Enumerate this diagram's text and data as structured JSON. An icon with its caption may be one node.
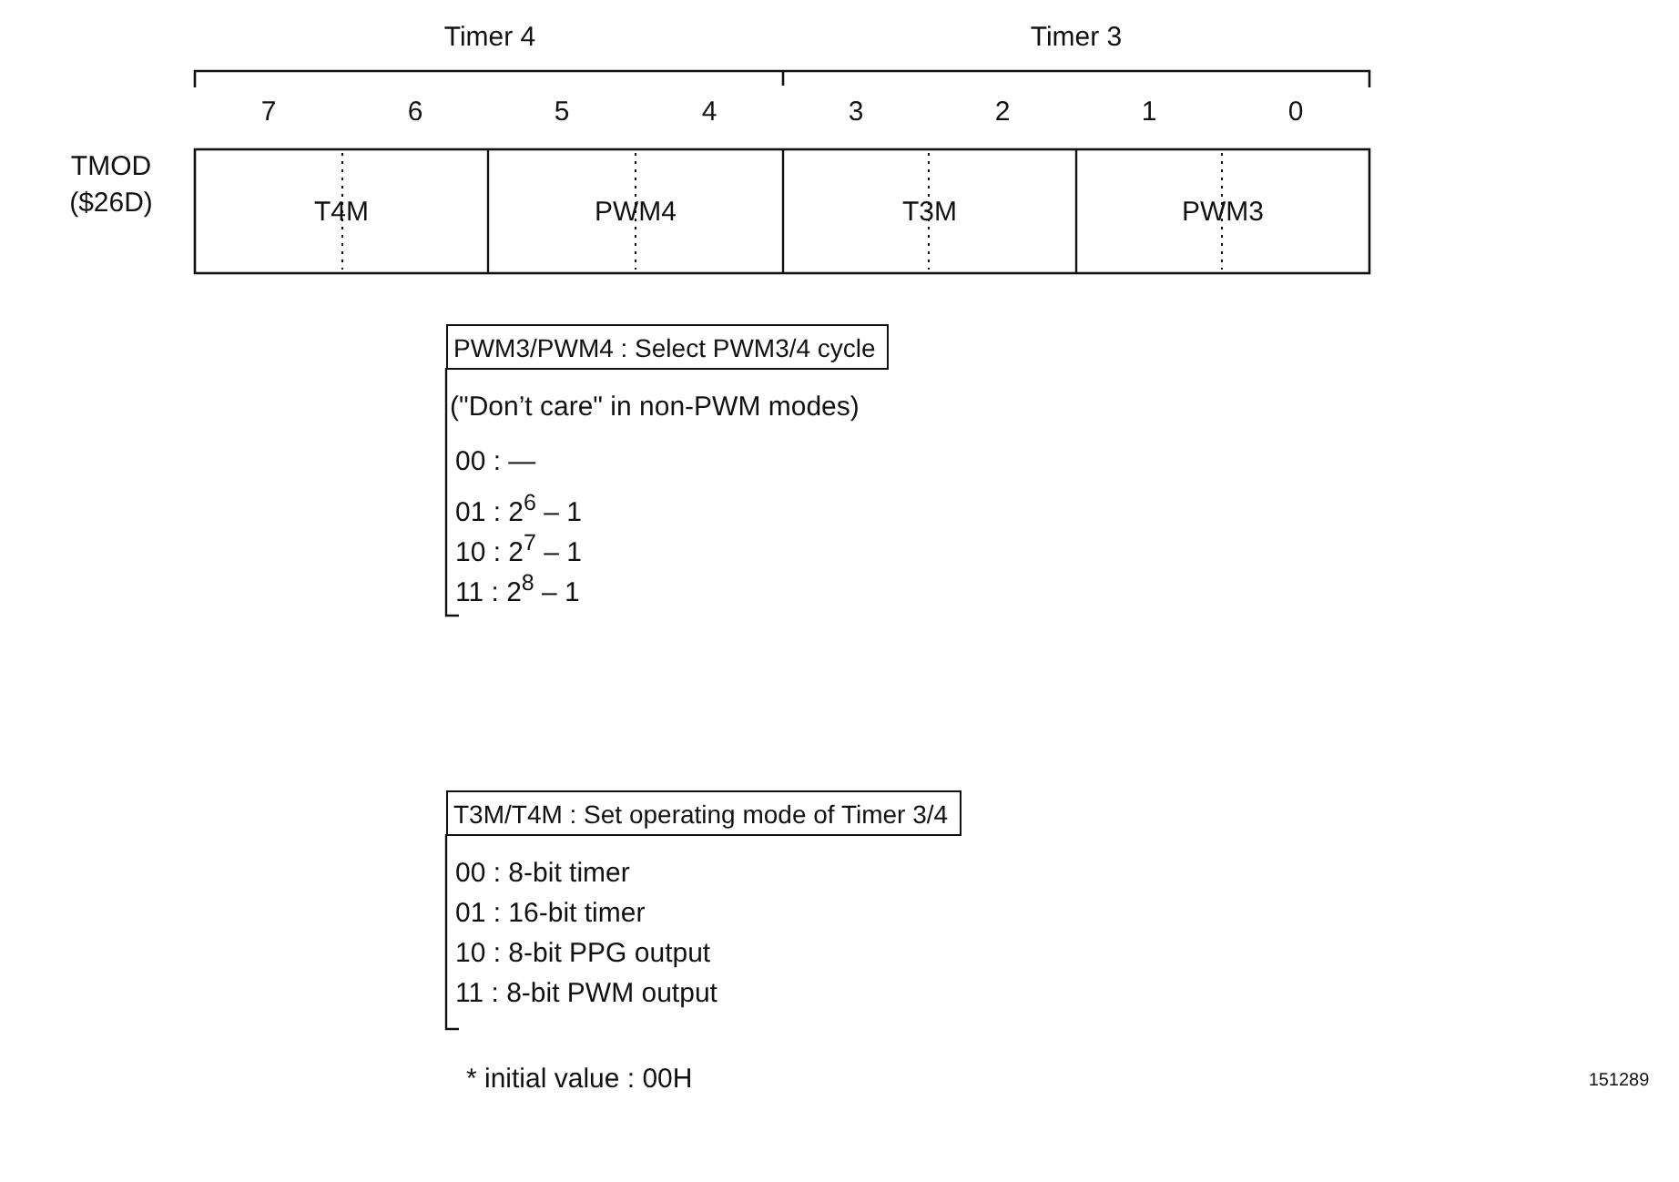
{
  "diagram": {
    "nodes": [
      {
        "text": [
          "T4M"
        ]
      },
      {
        "text": [
          "PWM4"
        ]
      },
      {
        "text": [
          "T3M"
        ]
      },
      {
        "text": [
          "PWM3"
        ]
      },
      {
        "text": [
          "PWM3/PWM4 : Select PWM3/4 cycle"
        ]
      },
      {
        "text": [
          "T3M/T4M : Set operating mode of Timer 3/4"
        ]
      }
    ],
    "labels": [
      "Timer 4",
      "Timer 3",
      "7",
      "6",
      "5",
      "4",
      "3",
      "2",
      "1",
      "0",
      "TMOD",
      "($26D)",
      "(\"Don’t care\" in non-PWM modes)",
      "00 : —",
      "01 : 2$^{6}$ – 1",
      "10 : 2$^{7}$ – 1",
      "11 : 2$^{8}$ – 1",
      "00 : 8-bit timer",
      "01 : 16-bit timer",
      "10 : 8-bit PPG output",
      "11 : 8-bit PWM output",
      "* initial value : 00H",
      "151289"
    ]
  }
}
